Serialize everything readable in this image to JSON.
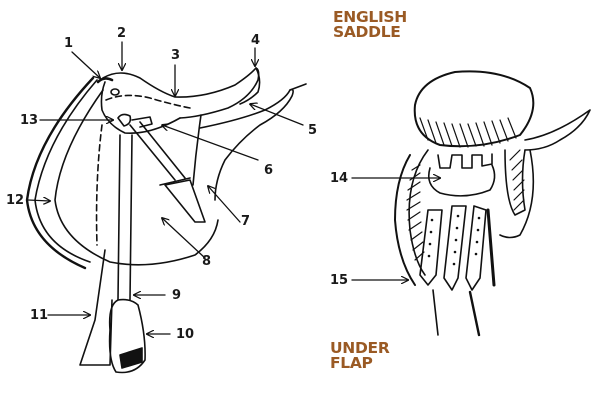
{
  "titles": {
    "english_saddle": [
      "ENGLISH",
      "SADDLE"
    ],
    "under_flap": [
      "UNDER",
      "FLAP"
    ]
  },
  "colors": {
    "title": "#9a5a24",
    "line": "#111111"
  },
  "callouts": {
    "english_saddle": [
      "1",
      "2",
      "3",
      "4",
      "5",
      "6",
      "7",
      "8",
      "9",
      "10",
      "11",
      "12",
      "13"
    ],
    "under_flap": [
      "14",
      "15"
    ]
  }
}
